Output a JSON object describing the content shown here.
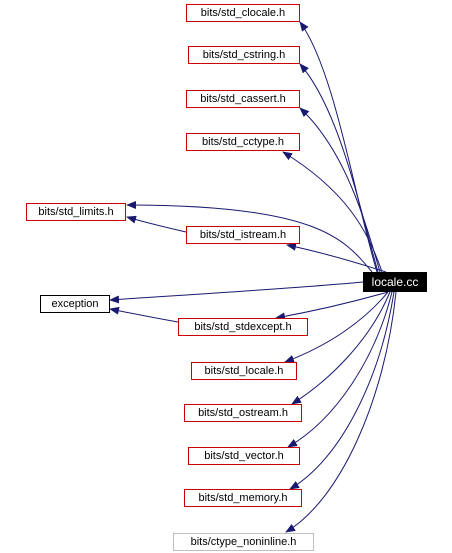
{
  "colors": {
    "edge": "#191970",
    "link_border": "#cc0000",
    "root_bg": "#000000",
    "root_text": "#ffffff",
    "plain_border": "#000000",
    "muted_border": "#bfbfbf"
  },
  "root": {
    "id": "locale_cc",
    "label": "locale.cc"
  },
  "nodes": [
    {
      "id": "clocale",
      "label": "bits/std_clocale.h"
    },
    {
      "id": "cstring",
      "label": "bits/std_cstring.h"
    },
    {
      "id": "cassert",
      "label": "bits/std_cassert.h"
    },
    {
      "id": "cctype",
      "label": "bits/std_cctype.h"
    },
    {
      "id": "limits",
      "label": "bits/std_limits.h"
    },
    {
      "id": "istream",
      "label": "bits/std_istream.h"
    },
    {
      "id": "exception",
      "label": "exception"
    },
    {
      "id": "stdexcept",
      "label": "bits/std_stdexcept.h"
    },
    {
      "id": "locale",
      "label": "bits/std_locale.h"
    },
    {
      "id": "ostream",
      "label": "bits/std_ostream.h"
    },
    {
      "id": "vector",
      "label": "bits/std_vector.h"
    },
    {
      "id": "memory",
      "label": "bits/std_memory.h"
    },
    {
      "id": "ctype_noninline",
      "label": "bits/ctype_noninline.h"
    }
  ],
  "edges": [
    {
      "from": "locale_cc",
      "to": "clocale"
    },
    {
      "from": "locale_cc",
      "to": "cstring"
    },
    {
      "from": "locale_cc",
      "to": "cassert"
    },
    {
      "from": "locale_cc",
      "to": "cctype"
    },
    {
      "from": "locale_cc",
      "to": "limits"
    },
    {
      "from": "locale_cc",
      "to": "istream"
    },
    {
      "from": "istream",
      "to": "limits"
    },
    {
      "from": "locale_cc",
      "to": "exception"
    },
    {
      "from": "stdexcept",
      "to": "exception"
    },
    {
      "from": "locale_cc",
      "to": "stdexcept"
    },
    {
      "from": "locale_cc",
      "to": "locale"
    },
    {
      "from": "locale_cc",
      "to": "ostream"
    },
    {
      "from": "locale_cc",
      "to": "vector"
    },
    {
      "from": "locale_cc",
      "to": "memory"
    },
    {
      "from": "locale_cc",
      "to": "ctype_noninline"
    }
  ]
}
